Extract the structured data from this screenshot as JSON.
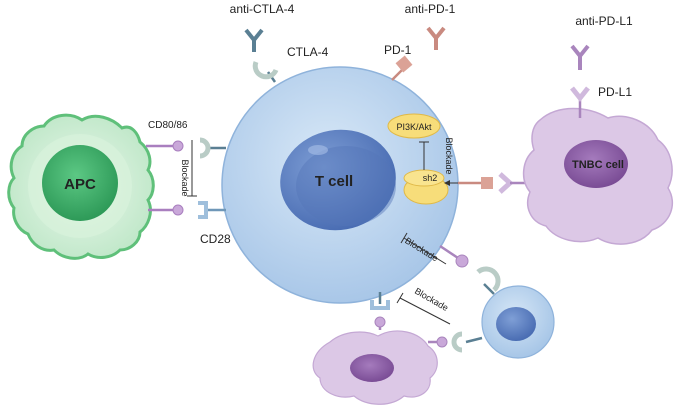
{
  "cells": {
    "apc": "APC",
    "tcell": "T cell",
    "tnbc": "TNBC cell"
  },
  "antibodies": {
    "anti_ctla4": "anti-CTLA-4",
    "anti_pd1": "anti-PD-1",
    "anti_pdl1": "anti-PD-L1"
  },
  "receptors": {
    "ctla4": "CTLA-4",
    "pd1": "PD-1",
    "pdl1": "PD-L1",
    "cd80_86": "CD80/86",
    "cd28": "CD28"
  },
  "signaling": {
    "pi3k": "PI3K/Akt",
    "shp2": "sh2"
  },
  "blockade": {
    "apc_side": "Blockade",
    "signal": "Blockade",
    "lower_tcell": "Blockade",
    "lower_tumor": "Blockade"
  },
  "colors": {
    "tcell_body": "#bcd5ee",
    "tcell_nucleus": "#5b7fc0",
    "apc_outer": "#cfeed5",
    "apc_nucleus": "#3fae6a",
    "tumor_body": "#dcc8e6",
    "tumor_nucleus": "#8a5ba3",
    "ctla4_ab": "#5a7f93",
    "pd1_ab": "#c98a80",
    "pdl1_ab": "#a985bd",
    "pi3k_fill": "#f7dd7a"
  }
}
